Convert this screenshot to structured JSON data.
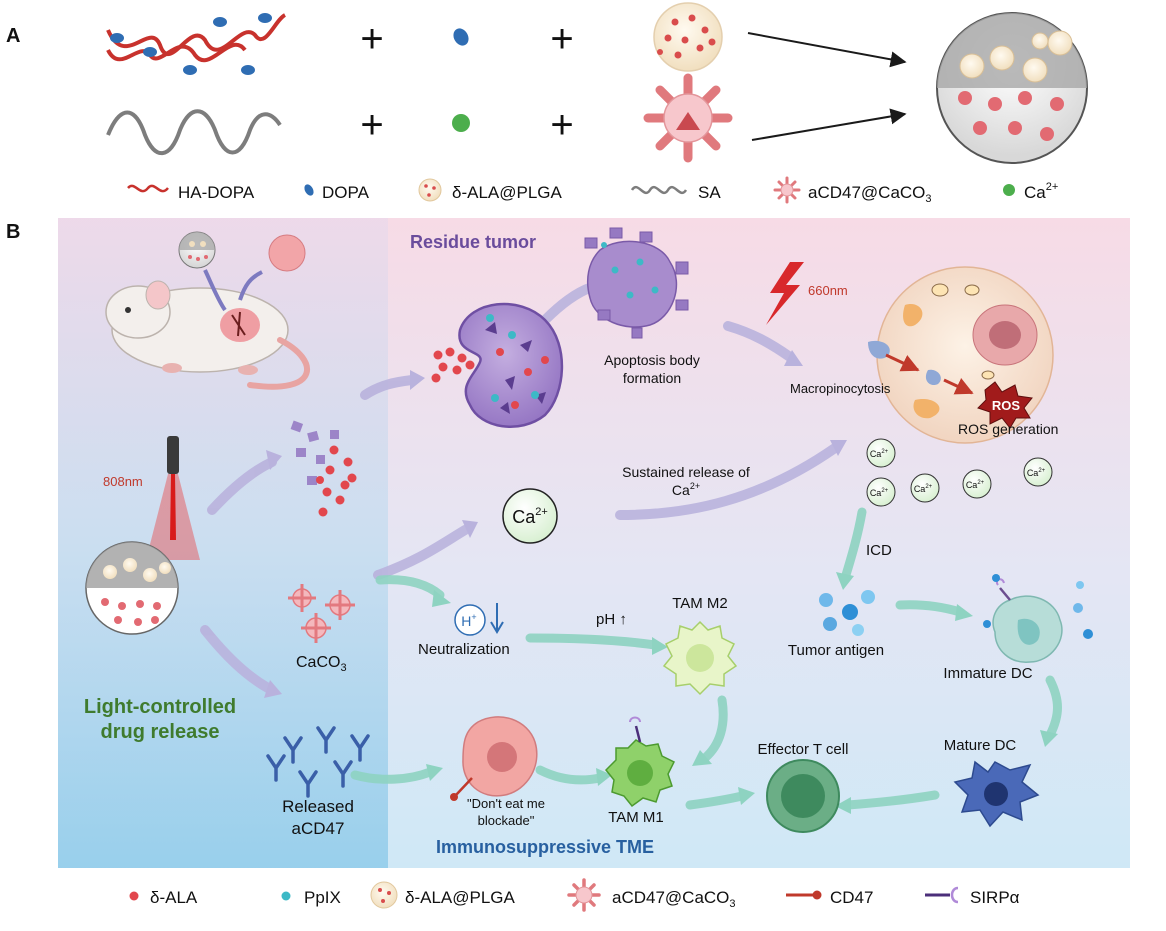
{
  "panel_a": {
    "label": "A",
    "plus_sign": "+",
    "legend": {
      "ha_dopa": "HA-DOPA",
      "dopa": "DOPA",
      "ala_plga": "δ-ALA@PLGA",
      "sa": "SA",
      "acd47_caco3_main": "aCD47@CaCO",
      "acd47_caco3_sub": "3",
      "ca_main": "Ca",
      "ca_sup": "2+"
    }
  },
  "panel_b": {
    "label": "B",
    "residue_tumor": "Residue tumor",
    "apoptosis_line1": "Apoptosis body",
    "apoptosis_line2": "formation",
    "wavelength_660": "660nm",
    "macropinocytosis": "Macropinocytosis",
    "ros": "ROS",
    "ros_generation": "ROS generation",
    "wavelength_808": "808nm",
    "sustained_line1": "Sustained release of",
    "sustained_line2_main": "Ca",
    "sustained_line2_sup": "2+",
    "ca_main": "Ca",
    "ca_sup": "2+",
    "icd": "ICD",
    "caco3_main": "CaCO",
    "caco3_sub": "3",
    "h_main": "H",
    "h_sup": "+",
    "neutralization": "Neutralization",
    "ph_up": "pH",
    "tam_m2": "TAM M2",
    "tumor_antigen": "Tumor antigen",
    "immature_dc": "Immature DC",
    "light_line1": "Light-controlled",
    "light_line2": "drug release",
    "mature_dc": "Mature DC",
    "effector_t": "Effector T cell",
    "dont_eat_line1": "\"Don't eat me",
    "dont_eat_line2": "blockade\"",
    "tam_m1": "TAM M1",
    "released_line1": "Released",
    "released_line2": "aCD47",
    "immunosuppressive": "Immunosuppressive TME"
  },
  "bottom_legend": {
    "ala": "δ-ALA",
    "ppix": "PpIX",
    "ala_plga": "δ-ALA@PLGA",
    "acd47_caco3_main": "aCD47@CaCO",
    "acd47_caco3_sub": "3",
    "cd47": "CD47",
    "sirpa": "SIRPα"
  },
  "colors": {
    "ha_red": "#c8322d",
    "dopa_blue": "#2f6db3",
    "sa_gray": "#7d7d7d",
    "ca_green": "#4cae4c",
    "tumor_purple": "#9b80c4",
    "residue_title": "#6a4c9c",
    "light_green_title": "#3f7b2e",
    "tme_blue": "#2860a0",
    "laser_red": "#c0392b",
    "ros_red": "#a11b1b",
    "tam_green": "#8bc34a",
    "dc_teal": "#7fc4c1",
    "dc_mature": "#3a5fa8",
    "t_cell": "#3e8a5e"
  }
}
